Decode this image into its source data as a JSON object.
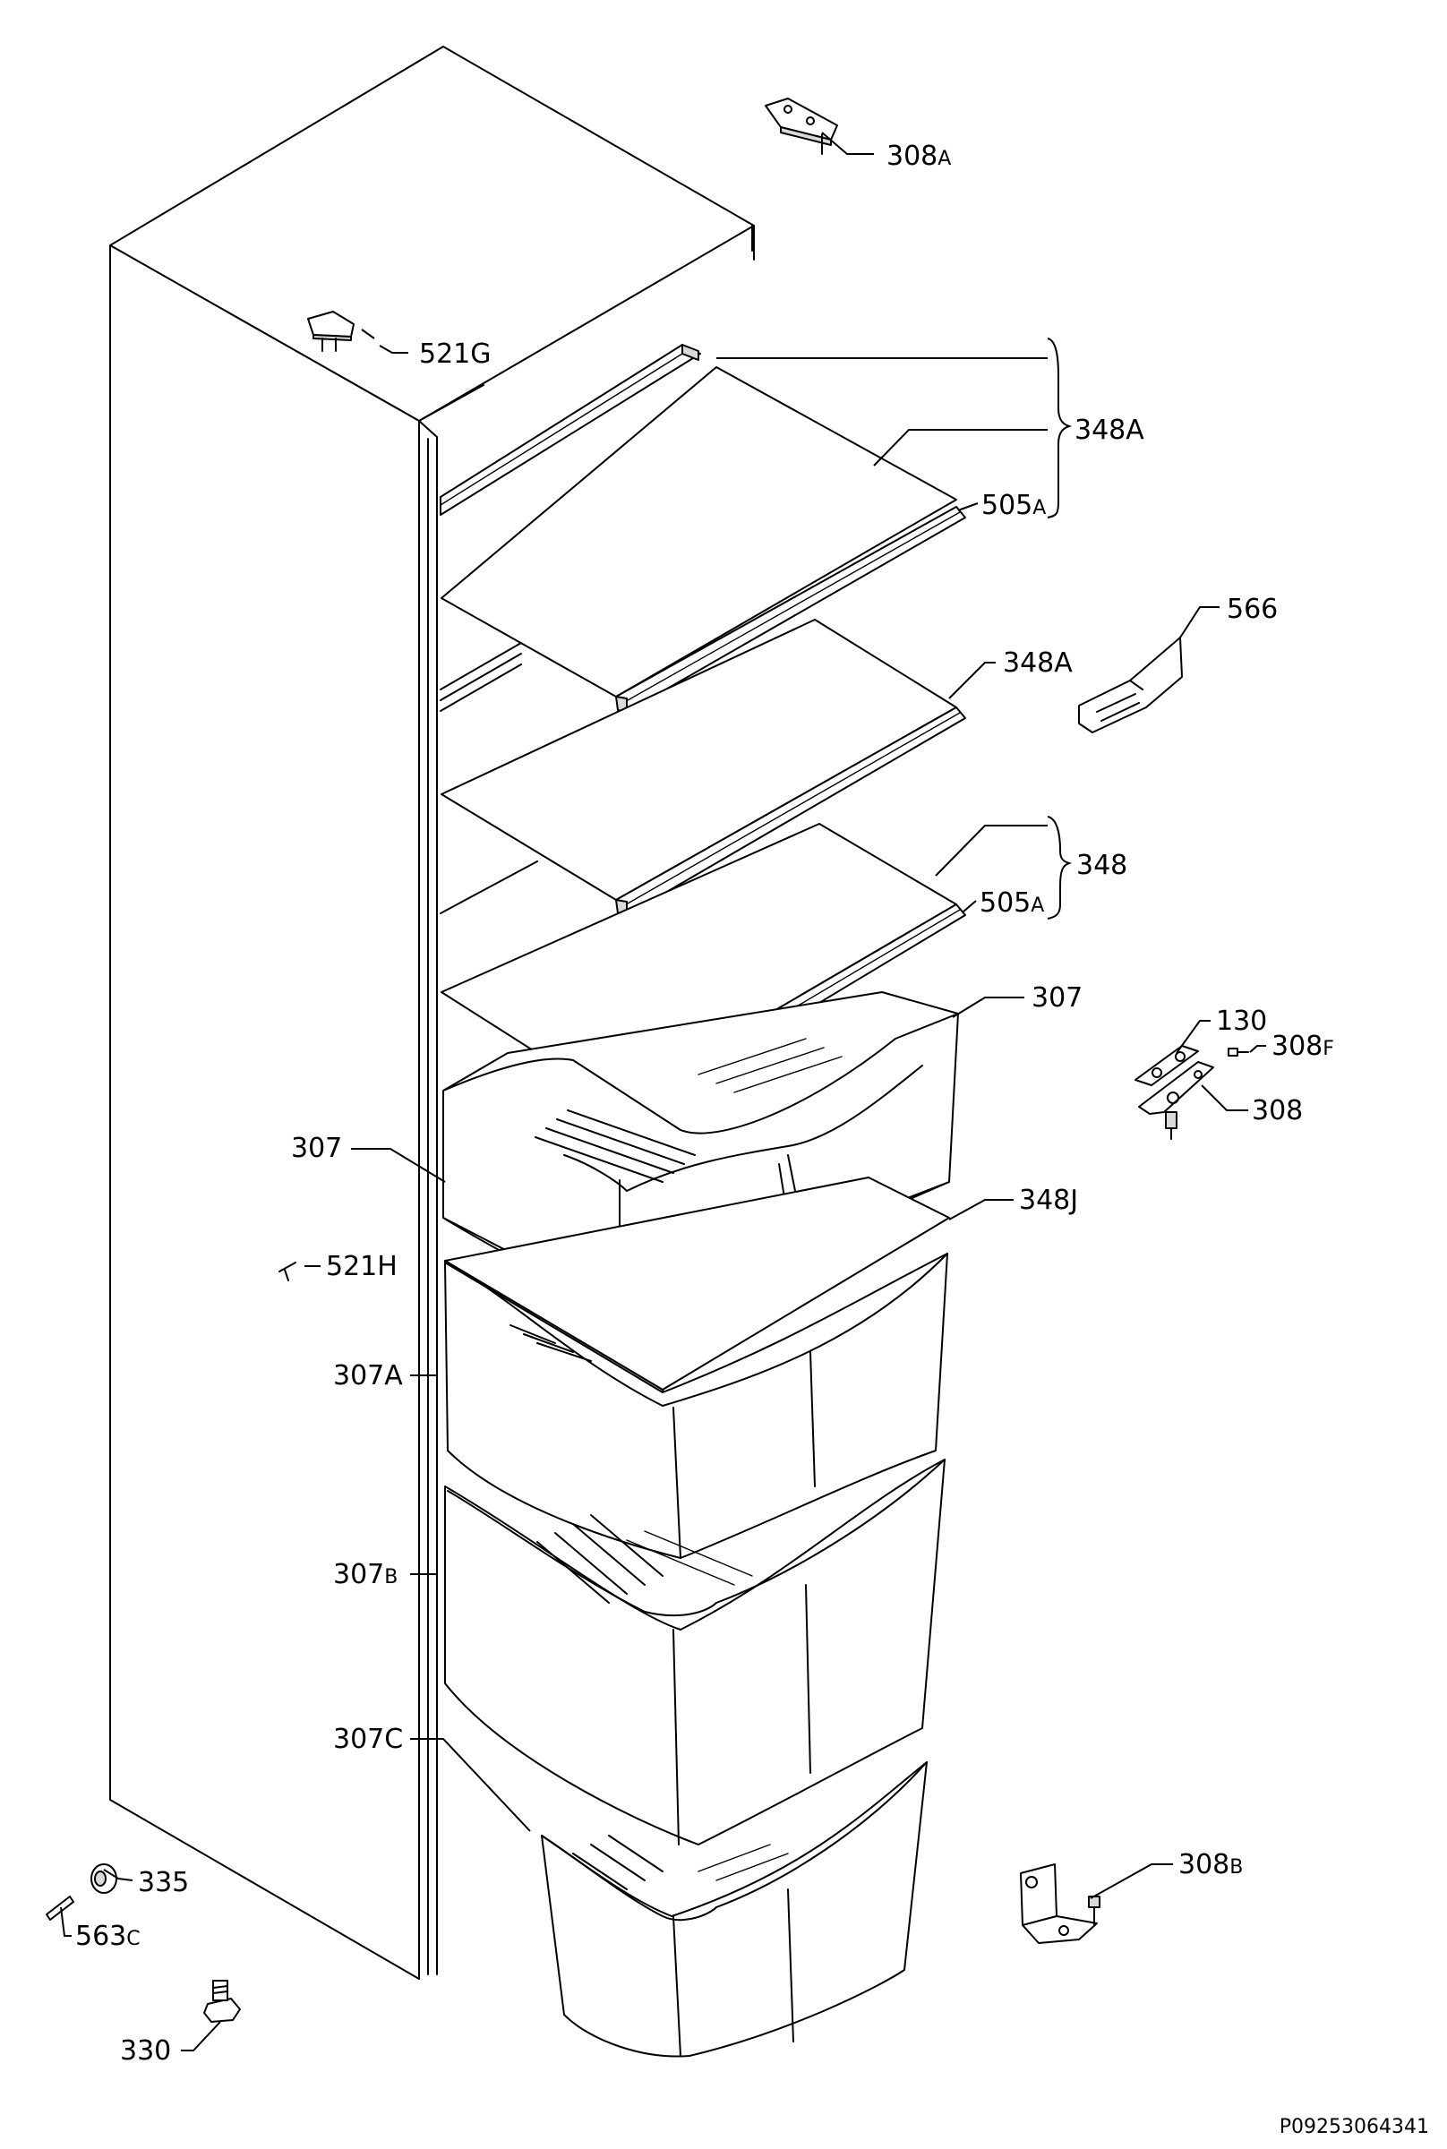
{
  "callouts": {
    "c308a": {
      "main": "308",
      "suffix": "A"
    },
    "c521g": {
      "main": "521G",
      "suffix": ""
    },
    "c348a_top": {
      "main": "348A",
      "suffix": ""
    },
    "c505a_top": {
      "main": "505",
      "suffix": "A"
    },
    "c566": {
      "main": "566",
      "suffix": ""
    },
    "c348a_mid": {
      "main": "348A",
      "suffix": ""
    },
    "c348": {
      "main": "348",
      "suffix": ""
    },
    "c505a_low": {
      "main": "505",
      "suffix": "A"
    },
    "c307_right": {
      "main": "307",
      "suffix": ""
    },
    "c130": {
      "main": "130",
      "suffix": ""
    },
    "c308f": {
      "main": "308",
      "suffix": "F"
    },
    "c308": {
      "main": "308",
      "suffix": ""
    },
    "c307_left": {
      "main": "307",
      "suffix": ""
    },
    "c348j": {
      "main": "348J",
      "suffix": ""
    },
    "c521h": {
      "main": "521H",
      "suffix": ""
    },
    "c307a": {
      "main": "307A",
      "suffix": ""
    },
    "c307b": {
      "main": "307",
      "suffix": "B"
    },
    "c307c": {
      "main": "307C",
      "suffix": ""
    },
    "c308b": {
      "main": "308",
      "suffix": "B"
    },
    "c335": {
      "main": "335",
      "suffix": ""
    },
    "c563c": {
      "main": "563",
      "suffix": "C"
    },
    "c330": {
      "main": "330",
      "suffix": ""
    }
  },
  "document_id": "P09253064341"
}
